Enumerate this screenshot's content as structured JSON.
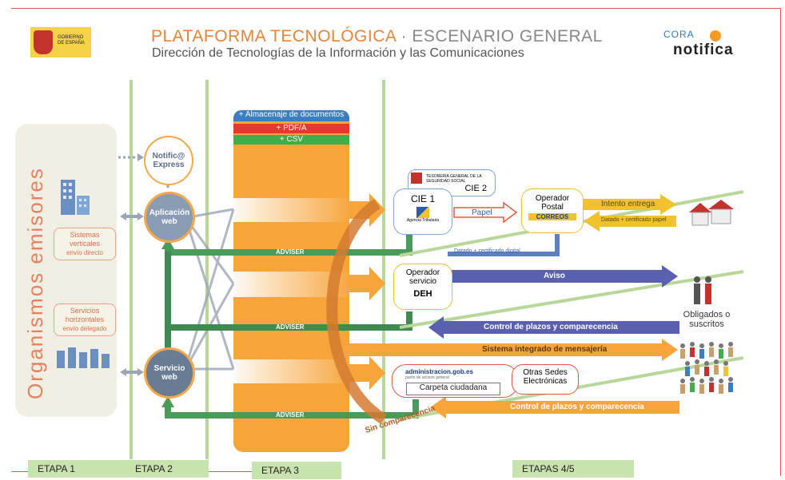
{
  "header": {
    "title_orange": "PLATAFORMA TECNOLÓGICA",
    "title_sep": " · ",
    "title_gray": "ESCENARIO GENERAL",
    "subtitle": "Dirección de Tecnologías de la Información y las Comunicaciones",
    "gob_logo_text": "GOBIERNO DE ESPAÑA",
    "cora_text": "CORA",
    "notifica_text": "notifica"
  },
  "organismos": {
    "label": "Organismos emisores",
    "sistemas": "Sistemas verticales",
    "sistemas_sub": "envío directo",
    "servicios": "Servicios horizontales",
    "servicios_sub": "envío delegado"
  },
  "etapa2": {
    "notifica_express": "Notific@ Express",
    "aplicacion_web": "Aplicación web",
    "servicio_web": "Servicio web"
  },
  "etapa3": {
    "almacenaje": "+ Almacenaje de documentos",
    "pdfa": "+ PDF/A",
    "csv": "+ CSV",
    "adviser": "ADVISER",
    "sin_comparecencia": "Sin comparecencia"
  },
  "right": {
    "tgss": "TESORERÍA GENERAL DE LA SEGURIDAD SOCIAL",
    "cie1": "CIE 1",
    "cie2": "CIE 2",
    "agencia": "Agencia Tributaria",
    "papel": "Papel",
    "operador_postal": "Operador Postal",
    "correos": "CORREOS",
    "intento_entrega": "Intento entrega",
    "datado_papel": "Datado + certificado papel",
    "datado_digital": "Datado + certificado digital",
    "operador_servicio": "Operador servicio",
    "deh": "DEH",
    "aviso": "Aviso",
    "control_plazos": "Control de plazos y comparecencia",
    "obligados": "Obligados o suscritos",
    "sistema_mensajeria": "Sistema integrado de mensajería",
    "admin_gob": "administracion.gob.es",
    "admin_gob_sub": "punto de acceso general",
    "carpeta": "Carpeta ciudadana",
    "otras_sedes": "Otras Sedes Electrónicas",
    "control_plazos2": "Control de plazos y comparecencia"
  },
  "etapas": {
    "e1": "ETAPA 1",
    "e2": "ETAPA 2",
    "e3": "ETAPA 3",
    "e45": "ETAPAS 4/5"
  },
  "colors": {
    "orange": "#f7a53a",
    "green": "#4a9a5a",
    "blue": "#5b5fb0",
    "red_frame": "#e55555"
  }
}
